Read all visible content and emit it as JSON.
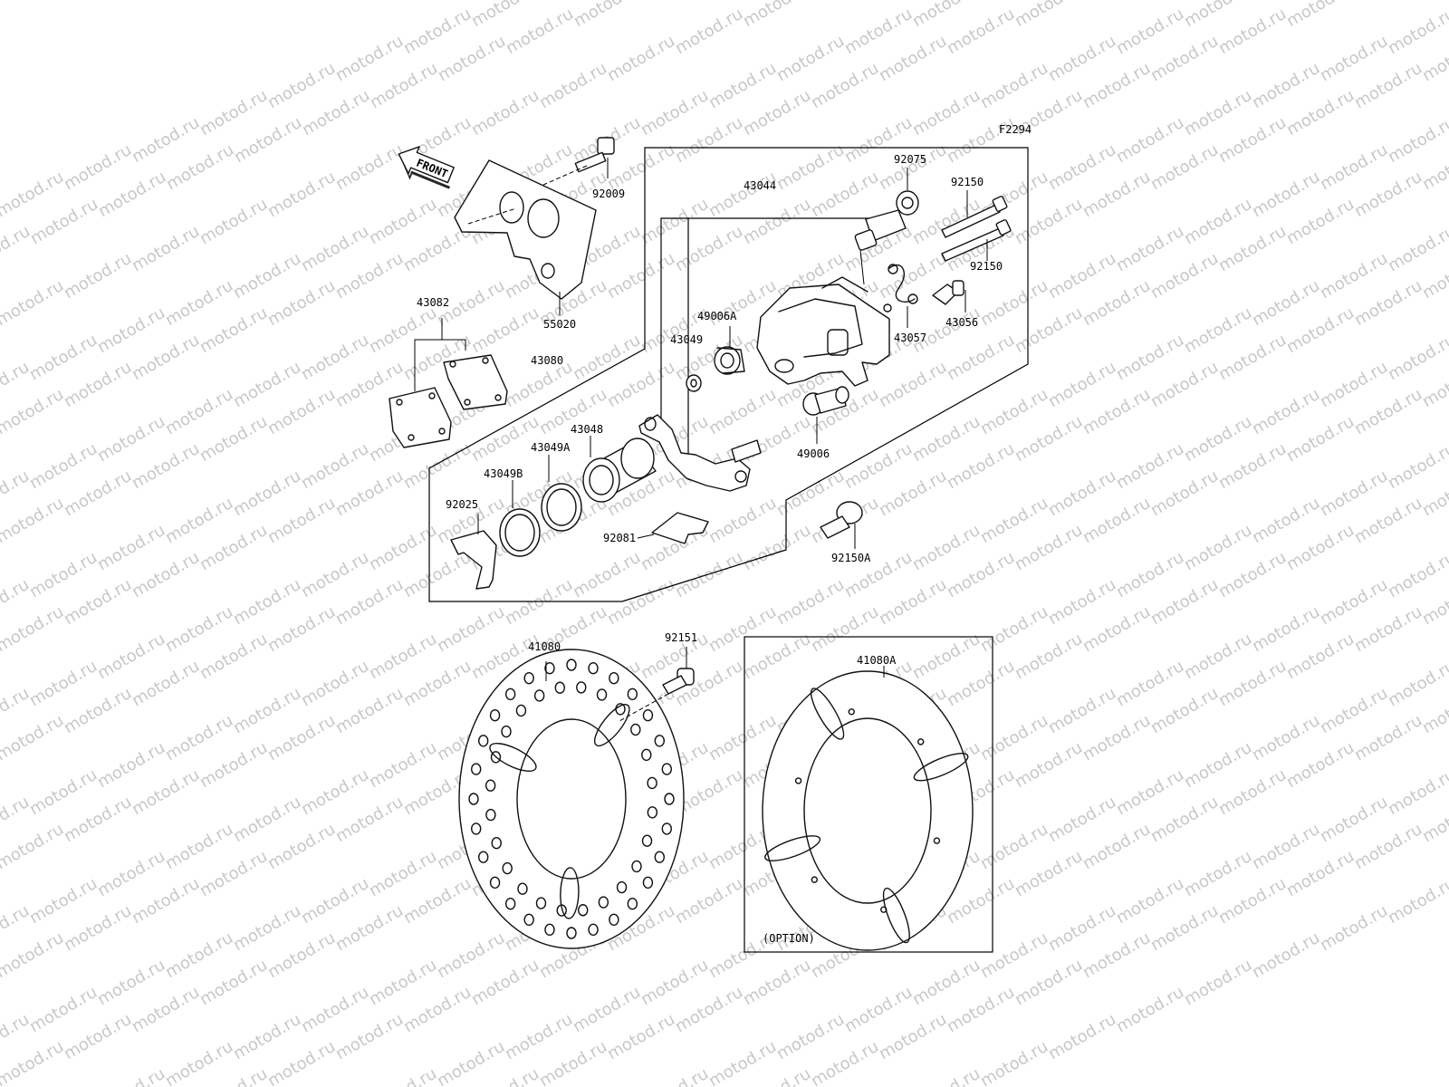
{
  "watermark": "motod.ru",
  "figure_code": "F2294",
  "front_label": "FRONT",
  "option_label": "(OPTION)",
  "parts": {
    "p92009": "92009",
    "p55020": "55020",
    "p43082": "43082",
    "p43080": "43080",
    "p43044": "43044",
    "p92075": "92075",
    "p92150_top": "92150",
    "p92150_bottom": "92150",
    "p43049": "43049",
    "p49006A": "49006A",
    "p43057": "43057",
    "p43056": "43056",
    "p49006": "49006",
    "p43048": "43048",
    "p43049A": "43049A",
    "p43049B": "43049B",
    "p92025": "92025",
    "p92081": "92081",
    "p92150A": "92150A",
    "p41080": "41080",
    "p92151": "92151",
    "p41080A": "41080A"
  }
}
